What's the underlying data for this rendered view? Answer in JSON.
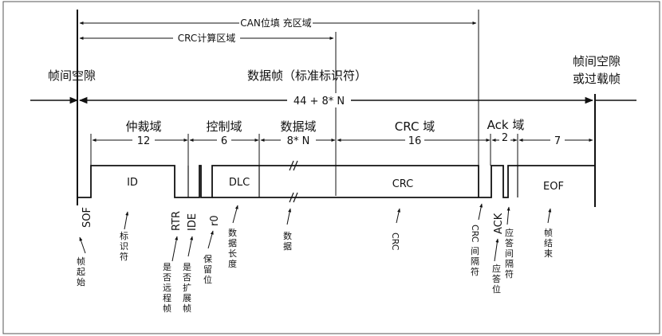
{
  "top_labels": {
    "can_stuff_region": "CAN位填 充区域",
    "crc_calc_region": "CRC计算区域",
    "interframe_left": "帧间空隙",
    "data_frame_title": "数据帧（标准标识符）",
    "interframe_right_line1": "帧间空隙",
    "interframe_right_line2": "或过载帧",
    "total_bits": "44 + 8* N"
  },
  "fields": [
    {
      "name": "仲裁域",
      "bits": "12"
    },
    {
      "name": "控制域",
      "bits": "6"
    },
    {
      "name": "数据域",
      "bits": "8* N"
    },
    {
      "name": "CRC 域",
      "bits": "16"
    },
    {
      "name": "Ack 域",
      "bits": "2"
    },
    {
      "name": "",
      "bits": "7"
    }
  ],
  "segments": {
    "id": "ID",
    "dlc": "DLC",
    "crc": "CRC",
    "eof": "EOF"
  },
  "bit_labels": {
    "sof": "SOF",
    "sof_desc": "帧起始",
    "id_desc": "标识符",
    "rtr": "RTR",
    "rtr_desc": "是否远程帧",
    "ide": "IDE",
    "ide_desc": "是否扩展帧",
    "r0": "r0",
    "r0_desc": "保留位",
    "dlc_desc": "数据长度",
    "data_desc": "数据",
    "crc_desc": "CRC",
    "crc_delim_desc": "CRC间隔符",
    "ack": "ACK",
    "ack_desc": "应答位",
    "ack_delim_desc": "应答间隔符",
    "eof_desc": "帧结束"
  }
}
